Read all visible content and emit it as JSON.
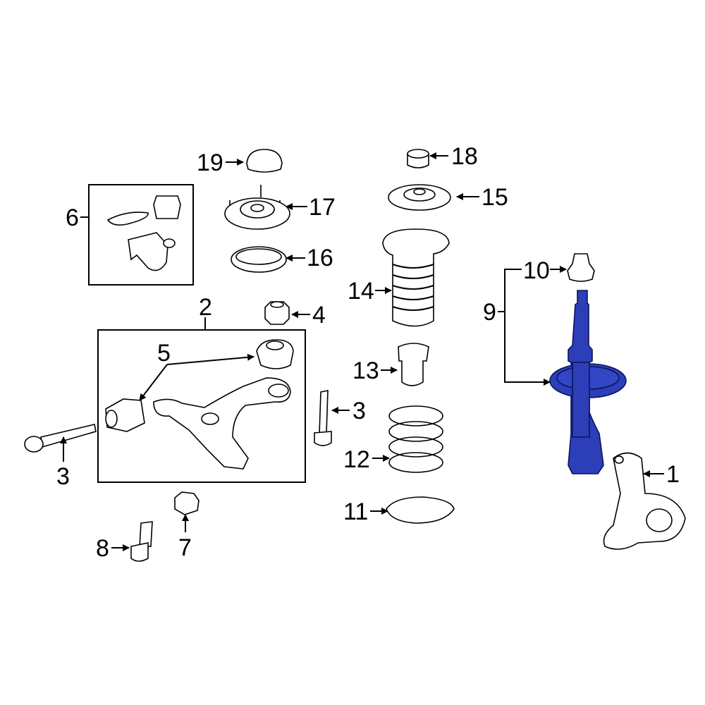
{
  "diagram": {
    "callouts": {
      "c1": "1",
      "c2": "2",
      "c3a": "3",
      "c3b": "3",
      "c4": "4",
      "c5": "5",
      "c6": "6",
      "c7": "7",
      "c8": "8",
      "c9": "9",
      "c10": "10",
      "c11": "11",
      "c12": "12",
      "c13": "13",
      "c14": "14",
      "c15": "15",
      "c16": "16",
      "c17": "17",
      "c18": "18",
      "c19": "19"
    },
    "highlight_color": "#2c3fb8",
    "highlighted_part": "9"
  }
}
